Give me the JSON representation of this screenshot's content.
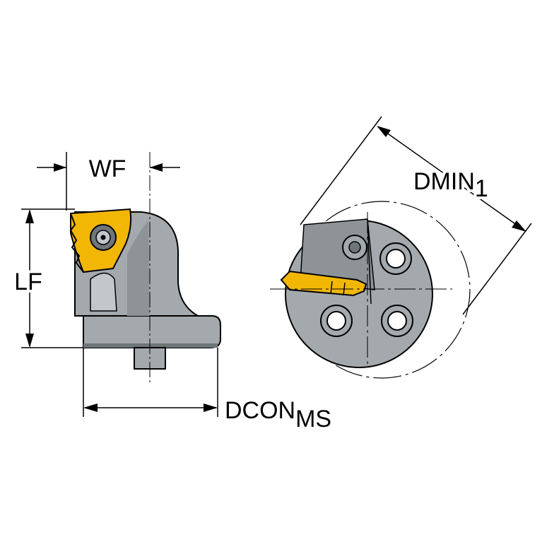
{
  "dimensions": {
    "wf": "WF",
    "lf": "LF",
    "dcon": "DCON",
    "dcon_sub": "MS",
    "dmin": "DMIN",
    "dmin_sub": "1"
  },
  "colors": {
    "body_gray": "#a3a9ad",
    "body_dark": "#6f767a",
    "insert_yellow": "#f2b705",
    "outline": "#000000",
    "background": "#ffffff"
  }
}
